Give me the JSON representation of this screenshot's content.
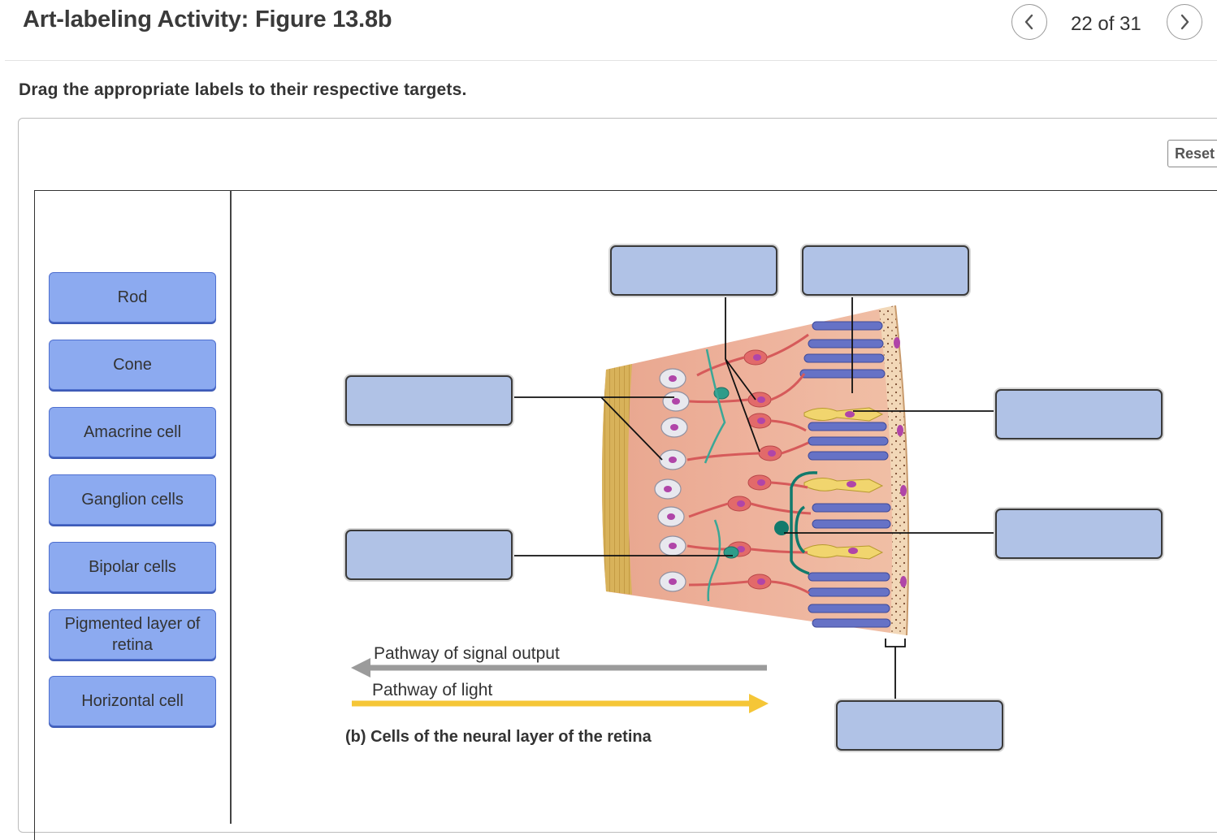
{
  "header": {
    "title": "Art-labeling Activity: Figure 13.8b",
    "counter": "22 of 31"
  },
  "instructions": "Drag the appropriate labels to their respective targets.",
  "toolbar": {
    "reset_label": "Reset"
  },
  "label_bank": [
    "Rod",
    "Cone",
    "Amacrine cell",
    "Ganglion cells",
    "Bipolar cells",
    "Pigmented layer of retina",
    "Horizontal cell"
  ],
  "figure": {
    "signal_label": "Pathway of signal output",
    "light_label": "Pathway of light",
    "caption": "(b) Cells of the neural layer of the retina"
  },
  "colors": {
    "tile": "#8caaf0",
    "target": "#b0c2e6",
    "signal_arrow": "#9b9b9b",
    "light_arrow": "#f5c637"
  }
}
